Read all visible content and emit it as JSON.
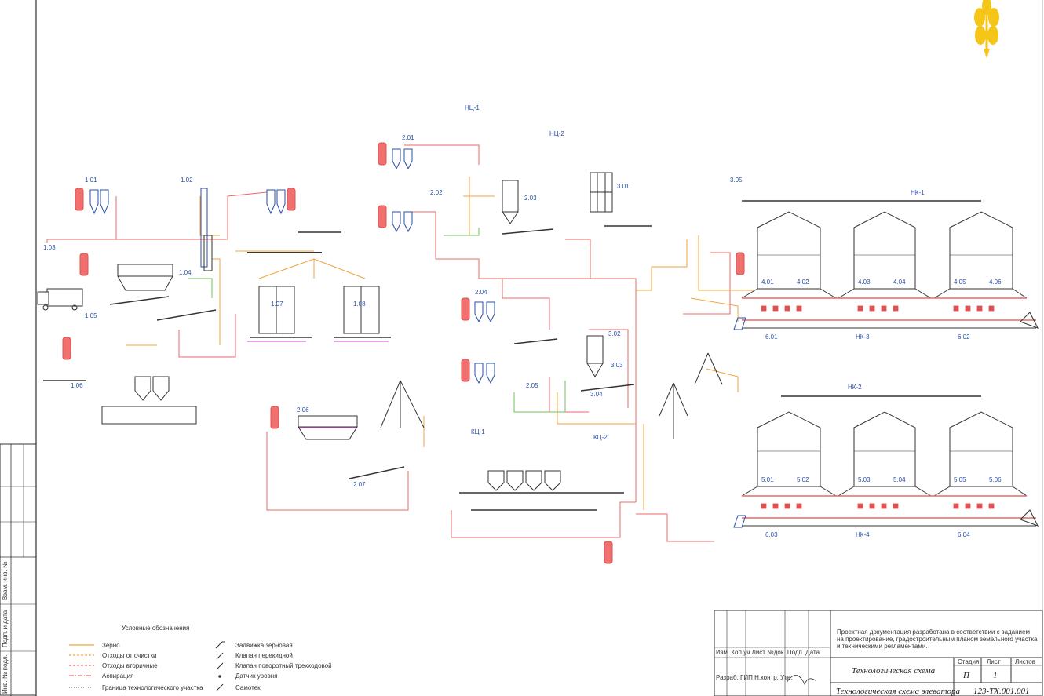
{
  "sheet": {
    "brand_color": "#f5c518",
    "logo_icon": "wheat-ear-icon"
  },
  "line_colors": {
    "grain": "#f2a33a",
    "aspiration": "#e86a6a",
    "cleaning": "#6fc35a",
    "waste": "#d06ad0",
    "equipment": "#2a4fa8",
    "frame": "#333333"
  },
  "legend": {
    "title": "Условные обозначения",
    "lines": [
      {
        "label": "Зерно",
        "color": "#f2a33a",
        "style": "solid"
      },
      {
        "label": "Отходы от очистки",
        "color": "#f2a33a",
        "style": "dashed"
      },
      {
        "label": "Отходы вторичные",
        "color": "#e86a6a",
        "style": "dashed"
      },
      {
        "label": "Аспирация",
        "color": "#e86a6a",
        "style": "dash-dot"
      },
      {
        "label": "Граница технологического участка",
        "color": "#555555",
        "style": "dotted"
      }
    ],
    "symbols": [
      {
        "label": "Задвижка зерновая"
      },
      {
        "label": "Клапан перекидной"
      },
      {
        "label": "Клапан поворотный трехходовой"
      },
      {
        "label": "Датчик уровня"
      },
      {
        "label": "Самотек"
      }
    ]
  },
  "title_block": {
    "header_lines": [
      "Изм. Кол.уч Лист №док. Подп. Дата",
      "Разраб. ГИП Н.контр. Утв."
    ],
    "project_title": "Технологическая схема",
    "drawing_name": "Технологическая схема элеватора",
    "stage_label": "Стадия",
    "sheet_label": "Лист",
    "sheets_label": "Листов",
    "stage_value": "П",
    "sheet_value": "1",
    "document_code": "123-ТХ.001.001",
    "notes": [
      "Проектная документация разработана в соответствии с заданием",
      "на проектирование, градостроительным планом земельного участка",
      "и техническими регламентами."
    ]
  },
  "side_stamp": {
    "labels": [
      "Взам. инв. №",
      "Подп. и дата",
      "Инв. № подл."
    ]
  },
  "equipment_labels": {
    "intake": [
      "1.01",
      "1.02",
      "1.03",
      "1.04",
      "1.05",
      "1.06",
      "1.07",
      "1.08"
    ],
    "cleaning": [
      "2.01",
      "2.02",
      "2.03",
      "2.04",
      "2.05",
      "2.06",
      "2.07"
    ],
    "dryer": [
      "3.01",
      "3.02",
      "3.03",
      "3.04",
      "3.05"
    ],
    "storage_top": [
      "4.01",
      "4.02",
      "4.03",
      "4.04",
      "4.05",
      "4.06"
    ],
    "storage_bottom": [
      "5.01",
      "5.02",
      "5.03",
      "5.04",
      "5.05",
      "5.06"
    ],
    "shipping": [
      "6.01",
      "6.02",
      "6.03",
      "6.04"
    ],
    "conveyors": [
      "НК-1",
      "НК-2",
      "НК-3",
      "НК-4",
      "НЦ-1",
      "НЦ-2",
      "КЦ-1",
      "КЦ-2"
    ]
  }
}
